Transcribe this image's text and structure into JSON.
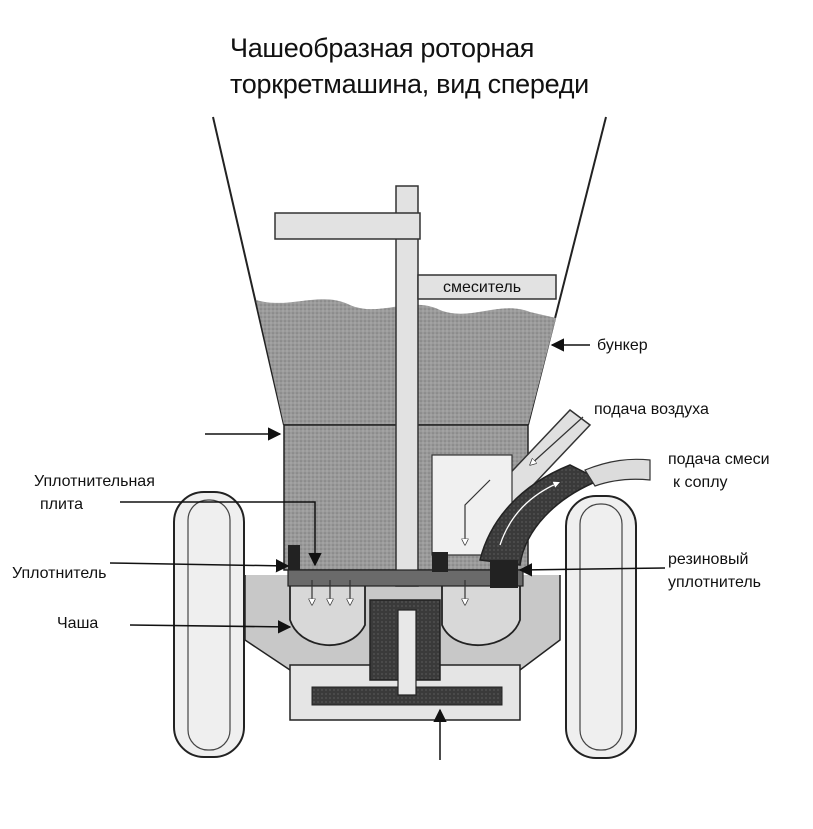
{
  "title": {
    "line1": "Чашеобразная роторная",
    "line2": "торкретмашина, вид спереди"
  },
  "labels": {
    "mixer": "смеситель",
    "hopper": "бункер",
    "air_supply": "подача воздуха",
    "mix_supply_line1": "подача смеси",
    "mix_supply_line2": "к соплу",
    "seal_plate_line1": "Уплотнительная",
    "seal_plate_line2": "плита",
    "seal": "Уплотнитель",
    "bowl": "Чаша",
    "rubber_seal_line1": "резиновый",
    "rubber_seal_line2": "уплотнитель"
  }
}
